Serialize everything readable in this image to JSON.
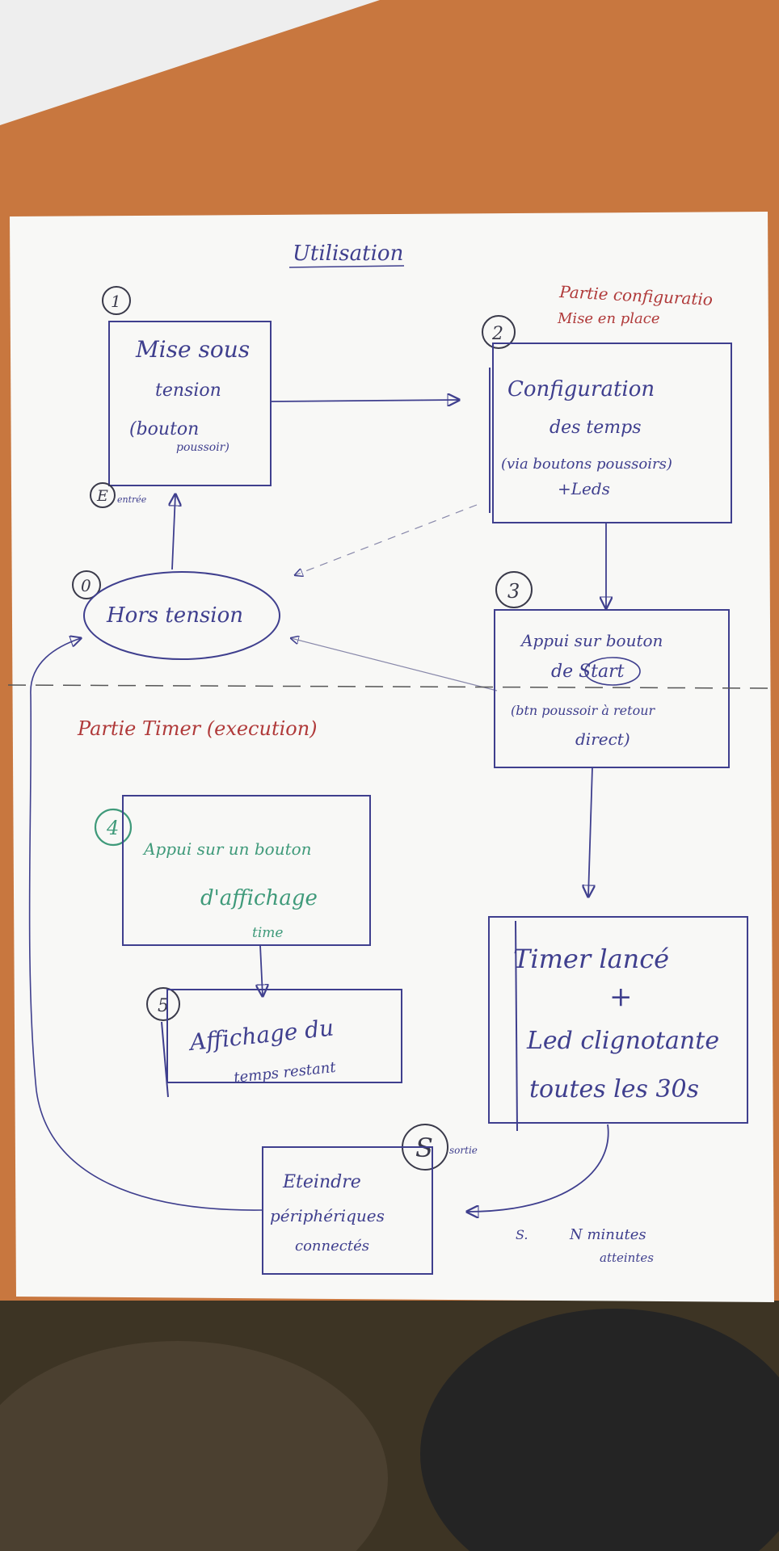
{
  "diagram": {
    "title": "Utilisation",
    "sections": {
      "config": [
        "Partie configuratio",
        "Mise en place"
      ],
      "timer": "Partie Timer (execution)"
    },
    "steps": [
      {
        "number": "1",
        "lines": [
          "Mise sous",
          "tension",
          "(bouton",
          "poussoir)"
        ]
      },
      {
        "number": "2",
        "lines": [
          "Configuration",
          "des temps",
          "(via boutons poussoirs)",
          "+Leds"
        ]
      },
      {
        "number": "3",
        "lines": [
          "Appui sur bouton",
          "de Start",
          "(btn poussoir à retour",
          "direct)"
        ]
      },
      {
        "number": "4",
        "lines": [
          "Appui sur un bouton",
          "d'affichage",
          "time"
        ]
      },
      {
        "number": "5",
        "lines": [
          "Affichage du",
          "temps restant"
        ]
      }
    ],
    "off_state": {
      "number": "0",
      "label": "Hors tension"
    },
    "entry_marker": {
      "letter": "E",
      "note": "entrée"
    },
    "exit_marker": {
      "letter": "S",
      "note": "sortie"
    },
    "timer_box": [
      "Timer lancé",
      "+",
      "Led clignotante",
      "toutes les 30s"
    ],
    "shutdown_box": [
      "Eteindre",
      "périphériques",
      "connectés"
    ],
    "transition_label": {
      "prefix": "S.",
      "text": [
        "N minutes",
        "atteintes"
      ]
    }
  }
}
